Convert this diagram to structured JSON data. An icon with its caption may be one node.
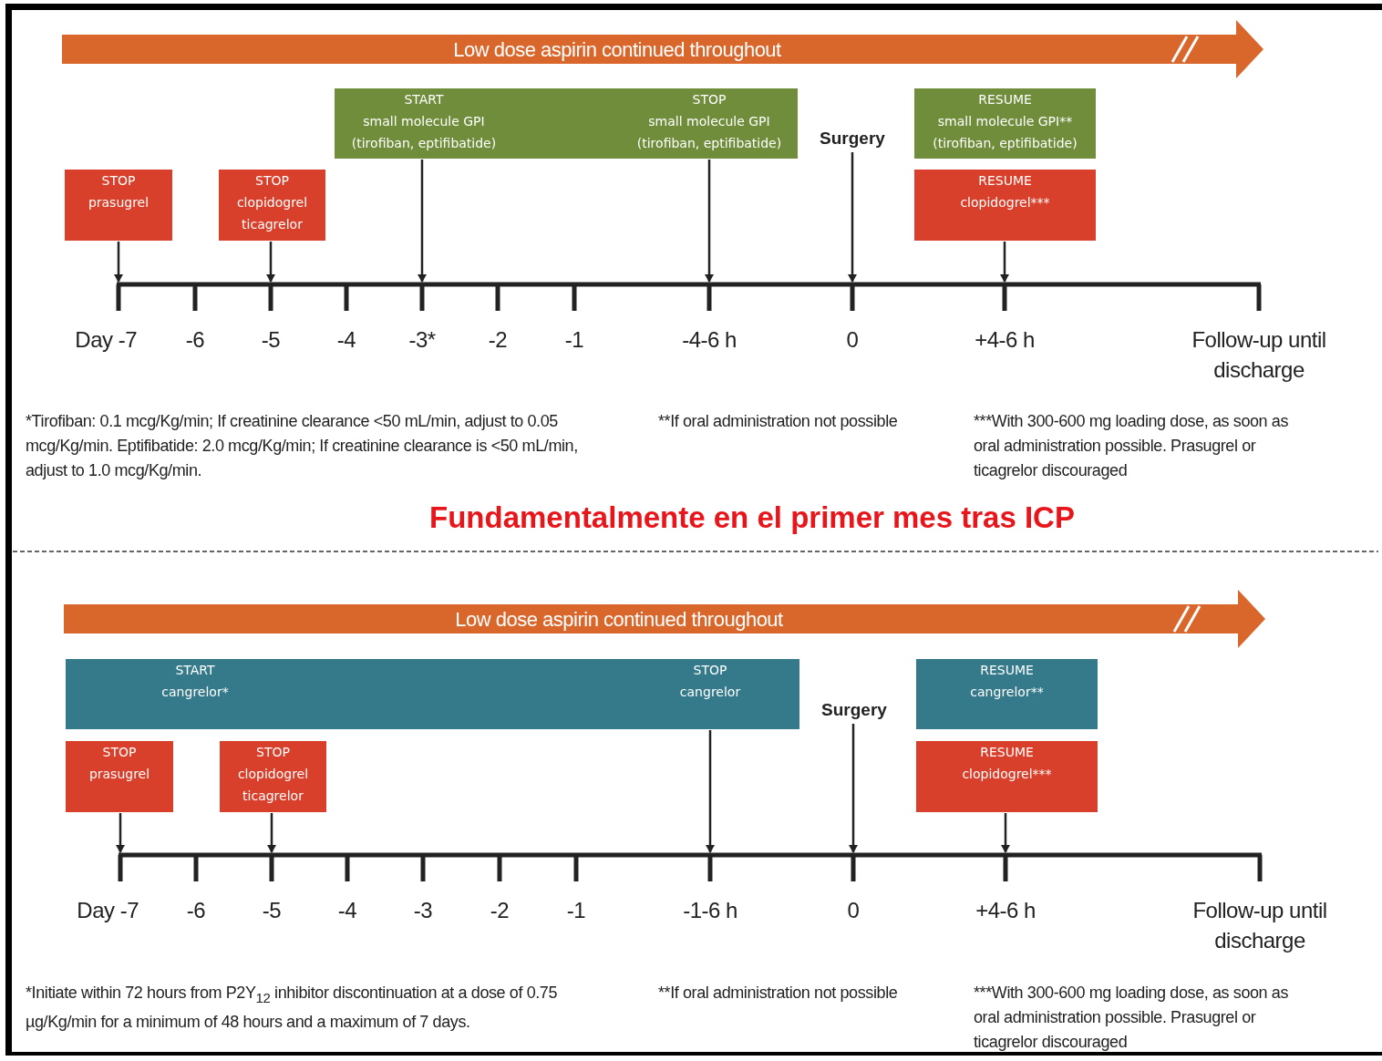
{
  "diagram": {
    "nodes": [
      {
        "text": [
          "Low dose aspirin continued throughout"
        ]
      },
      {
        "text": [
          "START",
          "small molecule GPI (tirofiban, eptifibatide)",
          "STOP",
          "small molecule GPI (tirofiban, eptifibatide)"
        ]
      },
      {
        "text": [
          "Surgery"
        ]
      },
      {
        "text": [
          "RESUME",
          "small molecule GPI** (tirofiban, eptifibatide)"
        ]
      },
      {
        "text": [
          "STOP",
          "prasugrel"
        ]
      },
      {
        "text": [
          "STOP",
          "clopidogrel ticagrelor"
        ]
      },
      {
        "text": [
          "RESUME",
          "clopidogrel***"
        ]
      },
      {
        "text": [
          "Low dose aspirin continued throughout"
        ]
      },
      {
        "text": [
          "START",
          "cangrelor*",
          "STOP",
          "cangrelor"
        ]
      },
      {
        "text": [
          "Surgery"
        ]
      },
      {
        "text": [
          "RESUME",
          "cangrelor**"
        ]
      },
      {
        "text": [
          "STOP",
          "prasugrel"
        ]
      },
      {
        "text": [
          "STOP",
          "clopidogrel ticagrelor"
        ]
      },
      {
        "text": [
          "RESUME",
          "clopidogrel***"
        ]
      }
    ],
    "edges": [
      {
        "from": 4,
        "to": null,
        "arrow": "to"
      },
      {
        "from": 5,
        "to": null,
        "arrow": "to"
      },
      {
        "from": 1,
        "to": null,
        "arrow": "to"
      },
      {
        "from": 1,
        "to": null,
        "arrow": "to"
      },
      {
        "from": 2,
        "to": null,
        "arrow": "to"
      },
      {
        "from": 6,
        "to": null,
        "arrow": "to"
      },
      {
        "from": 11,
        "to": null,
        "arrow": "to"
      },
      {
        "from": 12,
        "to": null,
        "arrow": "to"
      },
      {
        "from": 8,
        "to": null,
        "arrow": "to"
      },
      {
        "from": 9,
        "to": null,
        "arrow": "to"
      },
      {
        "from": 13,
        "to": null,
        "arrow": "to"
      }
    ],
    "labels": [
      "Day -7",
      "-6",
      "-5",
      "-4",
      "-3*",
      "-2",
      "-1",
      "-4-6 h",
      "0",
      "+4-6 h",
      "Follow-up until discharge",
      "*Tirofiban: 0.1 mcg/Kg/min; If creatinine clearance <50 mL/min, adjust to 0.05 mcg/Kg/min. Eptifibatide: 2.0 mcg/Kg/min; If creatinine clearance is <50 mL/min, adjust to 1.0 mcg/Kg/min.",
      "**If oral administration not possible",
      "***With 300-600 mg loading dose, as soon as oral administration possible. Prasugrel or ticagrelor discouraged",
      "Fundamentalmente en el primer mes tras ICP",
      "Day -7",
      "-6",
      "-5",
      "-4",
      "-3",
      "-2",
      "-1",
      "-1-6 h",
      "0",
      "+4-6 h",
      "Follow-up until discharge",
      "*Initiate within 72 hours from P2Y$_{12}$ inhibitor discontinuation at a dose of 0.75 µg/Kg/min for a minimum of 48 hours and a maximum of 7 days.",
      "**If oral administration not possible",
      "***With 300-600 mg loading dose, as soon as oral administration possible. Prasugrel or ticagrelor discouraged"
    ]
  }
}
